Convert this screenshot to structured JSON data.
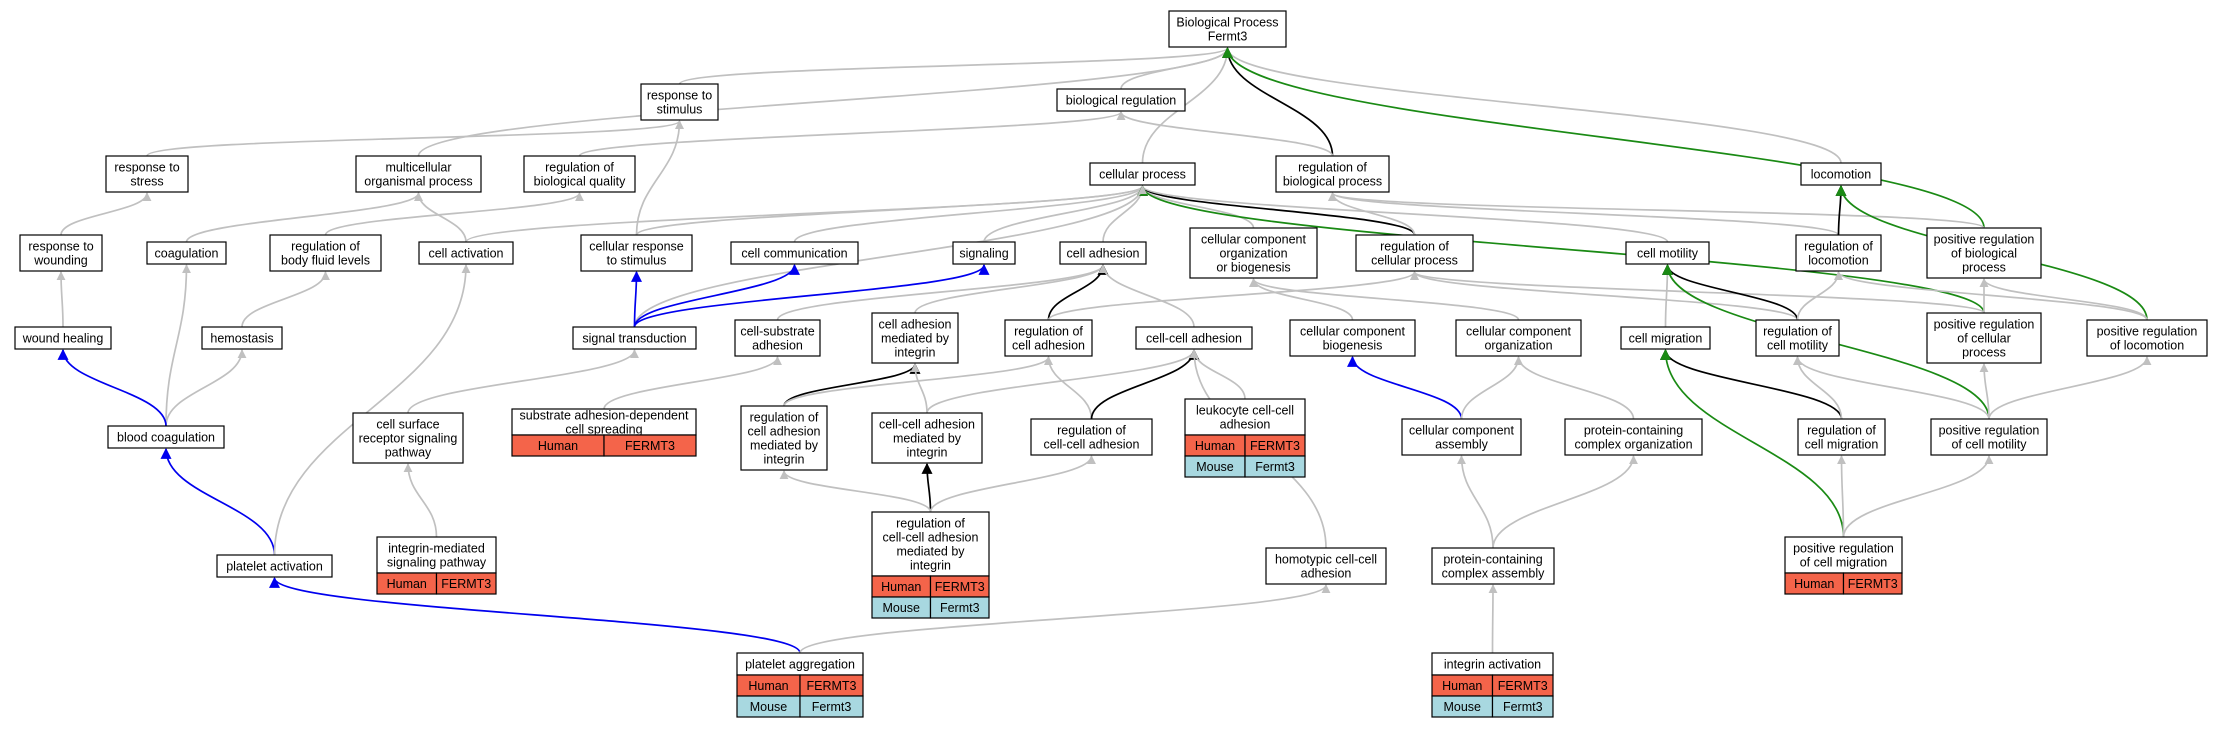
{
  "colors": {
    "human": "#f4644a",
    "mouse": "#a8d8e0",
    "is_a": "#c0c0c0",
    "regulates": "#000000",
    "part_of": "#0000ee",
    "positively_regulates": "#1a8a14"
  },
  "nodes": {
    "root": [
      "Biological Process",
      "Fermt3"
    ],
    "response_stim": [
      "response to",
      "stimulus"
    ],
    "bio_reg": [
      "biological regulation"
    ],
    "resp_stress": [
      "response to",
      "stress"
    ],
    "multicell": [
      "multicellular",
      "organismal process"
    ],
    "reg_bio_qual": [
      "regulation of",
      "biological quality"
    ],
    "cell_proc": [
      "cellular process"
    ],
    "reg_bio_proc": [
      "regulation of",
      "biological process"
    ],
    "locomotion": [
      "locomotion"
    ],
    "resp_wound": [
      "response to",
      "wounding"
    ],
    "coagulation": [
      "coagulation"
    ],
    "reg_body_fluid": [
      "regulation of",
      "body fluid levels"
    ],
    "cell_activation": [
      "cell activation"
    ],
    "cell_resp_stim": [
      "cellular response",
      "to stimulus"
    ],
    "cell_comm": [
      "cell communication"
    ],
    "signaling": [
      "signaling"
    ],
    "cell_adhesion": [
      "cell adhesion"
    ],
    "cc_org_biogen": [
      "cellular component",
      "organization",
      "or biogenesis"
    ],
    "reg_cell_proc": [
      "regulation of",
      "cellular process"
    ],
    "cell_motility": [
      "cell motility"
    ],
    "reg_locomotion": [
      "regulation of",
      "locomotion"
    ],
    "pos_reg_bio": [
      "positive regulation",
      "of biological",
      "process"
    ],
    "wound_healing": [
      "wound healing"
    ],
    "hemostasis": [
      "hemostasis"
    ],
    "signal_trans": [
      "signal transduction"
    ],
    "cell_substrate": [
      "cell-substrate",
      "adhesion"
    ],
    "cell_adh_integrin": [
      "cell adhesion",
      "mediated by",
      "integrin"
    ],
    "reg_cell_adh": [
      "regulation of",
      "cell adhesion"
    ],
    "cc_adhesion": [
      "cell-cell adhesion"
    ],
    "cc_biogenesis": [
      "cellular component",
      "biogenesis"
    ],
    "cc_org": [
      "cellular component",
      "organization"
    ],
    "cell_migration": [
      "cell migration"
    ],
    "reg_cell_motility": [
      "regulation of",
      "cell motility"
    ],
    "pos_reg_cell_proc": [
      "positive regulation",
      "of cellular",
      "process"
    ],
    "pos_reg_locomotion": [
      "positive regulation",
      "of locomotion"
    ],
    "blood_coag": [
      "blood coagulation"
    ],
    "cell_surface_rec": [
      "cell surface",
      "receptor signaling",
      "pathway"
    ],
    "substrate_spread": [
      "substrate adhesion-dependent",
      "cell spreading"
    ],
    "reg_cell_adh_integrin": [
      "regulation of",
      "cell adhesion",
      "mediated by",
      "integrin"
    ],
    "cc_adh_integrin": [
      "cell-cell adhesion",
      "mediated by",
      "integrin"
    ],
    "reg_cc_adh": [
      "regulation of",
      "cell-cell adhesion"
    ],
    "leukocyte_adh": [
      "leukocyte cell-cell",
      "adhesion"
    ],
    "cc_assembly": [
      "cellular component",
      "assembly"
    ],
    "protein_complex_org": [
      "protein-containing",
      "complex organization"
    ],
    "reg_cell_migration": [
      "regulation of",
      "cell migration"
    ],
    "pos_reg_cell_motility": [
      "positive regulation",
      "of cell motility"
    ],
    "integrin_signaling": [
      "integrin-mediated",
      "signaling pathway"
    ],
    "reg_cc_adh_integrin": [
      "regulation of",
      "cell-cell adhesion",
      "mediated by",
      "integrin"
    ],
    "platelet_activation": [
      "platelet activation"
    ],
    "homotypic": [
      "homotypic cell-cell",
      "adhesion"
    ],
    "protein_complex_asm": [
      "protein-containing",
      "complex assembly"
    ],
    "pos_reg_cell_migration": [
      "positive regulation",
      "of cell migration"
    ],
    "platelet_aggregation": [
      "platelet aggregation"
    ],
    "integrin_activation": [
      "integrin activation"
    ]
  },
  "annotations": {
    "substrate_spread": [
      [
        "Human",
        "FERMT3"
      ]
    ],
    "leukocyte_adh": [
      [
        "Human",
        "FERMT3"
      ],
      [
        "Mouse",
        "Fermt3"
      ]
    ],
    "integrin_signaling": [
      [
        "Human",
        "FERMT3"
      ]
    ],
    "reg_cc_adh_integrin": [
      [
        "Human",
        "FERMT3"
      ],
      [
        "Mouse",
        "Fermt3"
      ]
    ],
    "pos_reg_cell_migration": [
      [
        "Human",
        "FERMT3"
      ]
    ],
    "platelet_aggregation": [
      [
        "Human",
        "FERMT3"
      ],
      [
        "Mouse",
        "Fermt3"
      ]
    ],
    "integrin_activation": [
      [
        "Human",
        "FERMT3"
      ],
      [
        "Mouse",
        "Fermt3"
      ]
    ]
  },
  "edges": [
    [
      "response_stim",
      "root",
      "gray"
    ],
    [
      "bio_reg",
      "root",
      "gray"
    ],
    [
      "multicell",
      "root",
      "gray"
    ],
    [
      "cell_proc",
      "root",
      "gray"
    ],
    [
      "reg_bio_proc",
      "root",
      "black"
    ],
    [
      "locomotion",
      "root",
      "gray"
    ],
    [
      "pos_reg_bio",
      "root",
      "green"
    ],
    [
      "resp_stress",
      "response_stim",
      "gray"
    ],
    [
      "cell_resp_stim",
      "response_stim",
      "gray"
    ],
    [
      "reg_bio_qual",
      "bio_reg",
      "gray"
    ],
    [
      "reg_bio_proc",
      "bio_reg",
      "gray"
    ],
    [
      "resp_wound",
      "resp_stress",
      "gray"
    ],
    [
      "coagulation",
      "multicell",
      "gray"
    ],
    [
      "cell_activation",
      "multicell",
      "gray"
    ],
    [
      "reg_body_fluid",
      "reg_bio_qual",
      "gray"
    ],
    [
      "cell_activation",
      "cell_proc",
      "gray"
    ],
    [
      "cell_resp_stim",
      "cell_proc",
      "gray"
    ],
    [
      "cell_comm",
      "cell_proc",
      "gray"
    ],
    [
      "signaling",
      "cell_proc",
      "gray"
    ],
    [
      "cell_adhesion",
      "cell_proc",
      "gray"
    ],
    [
      "cc_org_biogen",
      "cell_proc",
      "gray"
    ],
    [
      "reg_cell_proc",
      "cell_proc",
      "black"
    ],
    [
      "cell_motility",
      "cell_proc",
      "gray"
    ],
    [
      "pos_reg_cell_proc",
      "cell_proc",
      "green"
    ],
    [
      "signal_trans",
      "cell_proc",
      "gray"
    ],
    [
      "reg_cell_proc",
      "reg_bio_proc",
      "gray"
    ],
    [
      "reg_locomotion",
      "reg_bio_proc",
      "gray"
    ],
    [
      "pos_reg_bio",
      "reg_bio_proc",
      "gray"
    ],
    [
      "reg_locomotion",
      "locomotion",
      "black"
    ],
    [
      "pos_reg_locomotion",
      "locomotion",
      "green"
    ],
    [
      "wound_healing",
      "resp_wound",
      "gray"
    ],
    [
      "hemostasis",
      "reg_body_fluid",
      "gray"
    ],
    [
      "blood_coag",
      "coagulation",
      "gray"
    ],
    [
      "blood_coag",
      "hemostasis",
      "gray"
    ],
    [
      "blood_coag",
      "wound_healing",
      "blue"
    ],
    [
      "signal_trans",
      "cell_resp_stim",
      "blue"
    ],
    [
      "signal_trans",
      "cell_comm",
      "blue"
    ],
    [
      "signal_trans",
      "signaling",
      "blue"
    ],
    [
      "cell_substrate",
      "cell_adhesion",
      "gray"
    ],
    [
      "cell_adh_integrin",
      "cell_adhesion",
      "gray"
    ],
    [
      "reg_cell_adh",
      "cell_adhesion",
      "black"
    ],
    [
      "cc_adhesion",
      "cell_adhesion",
      "gray"
    ],
    [
      "cc_biogenesis",
      "cc_org_biogen",
      "gray"
    ],
    [
      "cc_org",
      "cc_org_biogen",
      "gray"
    ],
    [
      "reg_cell_adh",
      "reg_cell_proc",
      "gray"
    ],
    [
      "reg_cell_motility",
      "reg_cell_proc",
      "gray"
    ],
    [
      "pos_reg_cell_proc",
      "reg_cell_proc",
      "gray"
    ],
    [
      "cell_migration",
      "cell_motility",
      "gray"
    ],
    [
      "reg_cell_motility",
      "cell_motility",
      "black"
    ],
    [
      "pos_reg_cell_motility",
      "cell_motility",
      "green"
    ],
    [
      "reg_cell_motility",
      "reg_locomotion",
      "gray"
    ],
    [
      "pos_reg_locomotion",
      "reg_locomotion",
      "gray"
    ],
    [
      "pos_reg_cell_proc",
      "pos_reg_bio",
      "gray"
    ],
    [
      "pos_reg_locomotion",
      "pos_reg_bio",
      "gray"
    ],
    [
      "cell_surface_rec",
      "signal_trans",
      "gray"
    ],
    [
      "substrate_spread",
      "cell_substrate",
      "gray"
    ],
    [
      "reg_cell_adh_integrin",
      "cell_adh_integrin",
      "black"
    ],
    [
      "reg_cell_adh_integrin",
      "reg_cell_adh",
      "gray"
    ],
    [
      "cc_adh_integrin",
      "cell_adh_integrin",
      "gray"
    ],
    [
      "cc_adh_integrin",
      "cc_adhesion",
      "gray"
    ],
    [
      "reg_cc_adh",
      "reg_cell_adh",
      "gray"
    ],
    [
      "reg_cc_adh",
      "cc_adhesion",
      "black"
    ],
    [
      "leukocyte_adh",
      "cc_adhesion",
      "gray"
    ],
    [
      "homotypic",
      "cc_adhesion",
      "gray"
    ],
    [
      "cc_assembly",
      "cc_biogenesis",
      "blue"
    ],
    [
      "cc_assembly",
      "cc_org",
      "gray"
    ],
    [
      "protein_complex_org",
      "cc_org",
      "gray"
    ],
    [
      "reg_cell_migration",
      "cell_migration",
      "black"
    ],
    [
      "reg_cell_migration",
      "reg_cell_motility",
      "gray"
    ],
    [
      "pos_reg_cell_motility",
      "reg_cell_motility",
      "gray"
    ],
    [
      "pos_reg_cell_motility",
      "pos_reg_cell_proc",
      "gray"
    ],
    [
      "pos_reg_cell_motility",
      "pos_reg_locomotion",
      "gray"
    ],
    [
      "integrin_signaling",
      "cell_surface_rec",
      "gray"
    ],
    [
      "reg_cc_adh_integrin",
      "cc_adh_integrin",
      "black"
    ],
    [
      "reg_cc_adh_integrin",
      "reg_cell_adh_integrin",
      "gray"
    ],
    [
      "reg_cc_adh_integrin",
      "reg_cc_adh",
      "gray"
    ],
    [
      "platelet_activation",
      "blood_coag",
      "blue"
    ],
    [
      "platelet_activation",
      "cell_activation",
      "gray"
    ],
    [
      "protein_complex_asm",
      "cc_assembly",
      "gray"
    ],
    [
      "protein_complex_asm",
      "protein_complex_org",
      "gray"
    ],
    [
      "pos_reg_cell_migration",
      "cell_migration",
      "green"
    ],
    [
      "pos_reg_cell_migration",
      "reg_cell_migration",
      "gray"
    ],
    [
      "pos_reg_cell_migration",
      "pos_reg_cell_motility",
      "gray"
    ],
    [
      "platelet_aggregation",
      "platelet_activation",
      "blue"
    ],
    [
      "platelet_aggregation",
      "homotypic",
      "gray"
    ],
    [
      "integrin_activation",
      "protein_complex_asm",
      "gray"
    ]
  ]
}
